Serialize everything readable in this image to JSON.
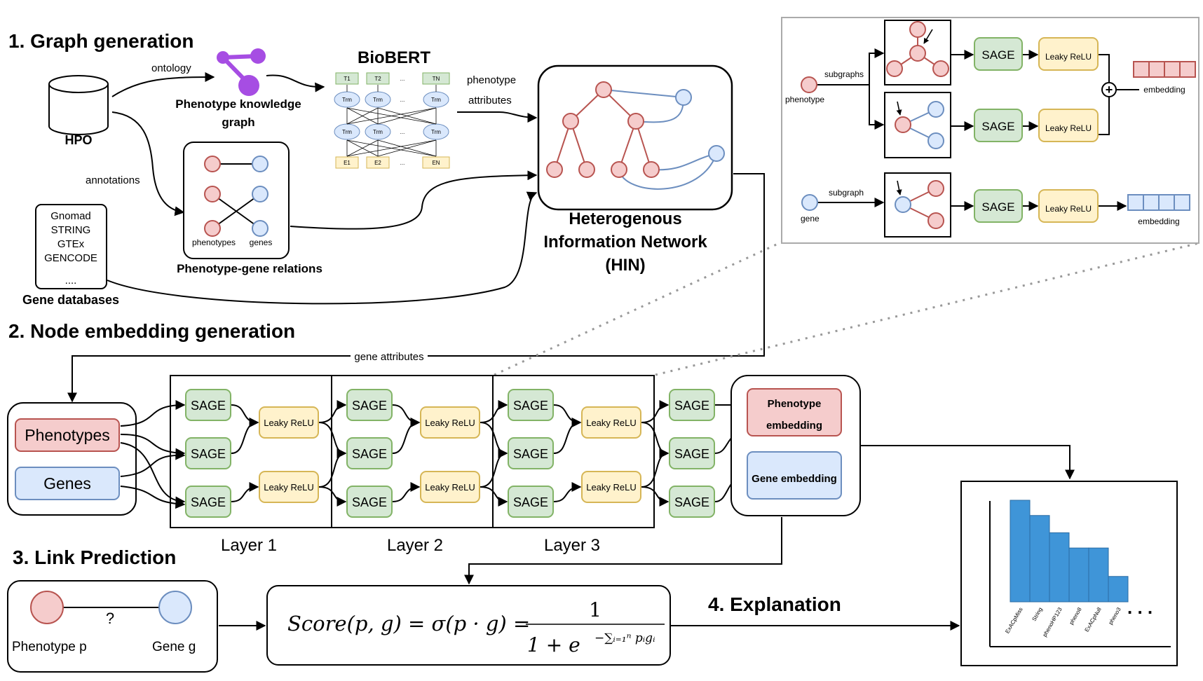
{
  "sections": {
    "s1": "1. Graph generation",
    "s2": "2. Node embedding generation",
    "s3": "3. Link Prediction",
    "s4": "4. Explanation"
  },
  "graph_gen": {
    "hpo": "HPO",
    "ontology": "ontology",
    "annotations": "annotations",
    "pkg_line1": "Phenotype knowledge",
    "pkg_line2": "graph",
    "biobert": "BioBERT",
    "phen_attr_line1": "phenotype",
    "phen_attr_line2": "attributes",
    "pg_phenotypes": "phenotypes",
    "pg_genes": "genes",
    "pg_title": "Phenotype-gene relations",
    "gene_dbs": [
      "Gnomad",
      "STRING",
      "GTEx",
      "GENCODE",
      "...."
    ],
    "gene_dbs_title": "Gene databases",
    "hin_line1": "Heterogenous",
    "hin_line2": "Information Network",
    "hin_line3": "(HIN)",
    "gene_attributes": "gene attributes",
    "bert_top": [
      "T1",
      "T2",
      "TN"
    ],
    "bert_trm": "Trm",
    "bert_bottom": [
      "E1",
      "E2",
      "EN"
    ],
    "bert_dots": "..."
  },
  "inset": {
    "phenotype": "phenotype",
    "gene": "gene",
    "subgraphs": "subgraphs",
    "subgraph": "subgraph",
    "sage": "SAGE",
    "relu": "Leaky ReLU",
    "embedding": "embedding",
    "plus": "+"
  },
  "embedding": {
    "phenotypes": "Phenotypes",
    "genes": "Genes",
    "sage": "SAGE",
    "relu": "Leaky ReLU",
    "layers": [
      "Layer 1",
      "Layer 2",
      "Layer 3"
    ],
    "phen_emb_line1": "Phenotype",
    "phen_emb_line2": "embedding",
    "gene_emb": "Gene  embedding"
  },
  "link": {
    "phenotype_p": "Phenotype p",
    "gene_g": "Gene g",
    "question": "?",
    "score_lhs": "Score(p, g) = σ(p · g) =",
    "numerator": "1",
    "denominator": "1 + e",
    "exponent": "−∑ᵢ₌₁ⁿ pᵢgᵢ"
  },
  "chart_data": {
    "type": "bar",
    "categories": [
      "ExACpMiss",
      "String",
      "phenoHP123",
      "pheno8",
      "ExACpNull",
      "pheno3"
    ],
    "values": [
      100,
      85,
      68,
      53,
      53,
      25
    ],
    "title": "",
    "xlabel": "",
    "ylabel": "",
    "ylim": [
      0,
      110
    ],
    "ellipsis": ". . .",
    "color": "#3f95d8"
  },
  "colors": {
    "phenotype_fill": "#f5cccc",
    "phenotype_stroke": "#b85450",
    "gene_fill": "#dae8fc",
    "gene_stroke": "#6c8ebf",
    "sage_fill": "#d5e8d4",
    "sage_stroke": "#82b366",
    "relu_fill": "#fff2cc",
    "relu_stroke": "#d6b656",
    "purple": "#a64de3"
  }
}
